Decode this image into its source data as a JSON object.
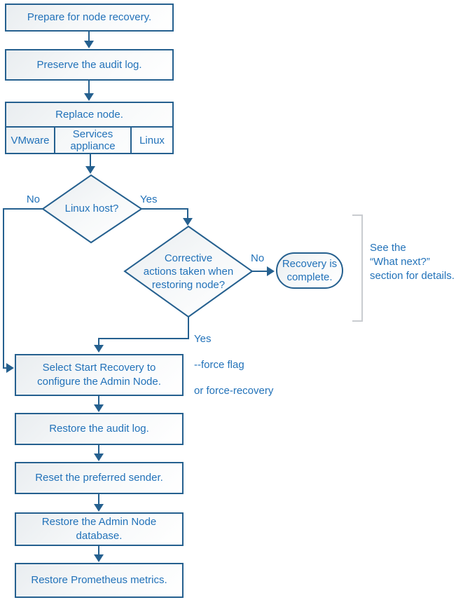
{
  "colors": {
    "line": "#25608f",
    "arrow_fill": "#25608f",
    "shape_border": "#25608f",
    "text_blue": "#2272b9",
    "bracket_gray": "#c9ccd0",
    "shape_fill_top": "#e9edf0",
    "shape_fill_bottom": "#ffffff"
  },
  "flowchart": {
    "steps": {
      "prepare": "Prepare for node recovery.",
      "preserve": "Preserve the audit log.",
      "replace": "Replace node.",
      "platforms": [
        "VMware",
        "Services\nappliance",
        "Linux"
      ],
      "decision_linux": "Linux host?",
      "decision_corrective": "Corrective\nactions taken when\nrestoring node?",
      "recovery_complete": "Recovery is\ncomplete.",
      "select_recovery": "Select Start Recovery to\nconfigure the Admin Node.",
      "restore_audit": "Restore the audit log.",
      "reset_sender": "Reset the preferred sender.",
      "restore_db": "Restore the Admin Node\ndatabase.",
      "restore_metrics": "Restore Prometheus metrics."
    },
    "labels": {
      "no_linux": "No",
      "yes_linux": "Yes",
      "no_corrective": "No",
      "yes_corrective": "Yes",
      "force_line1": "--force flag",
      "force_line2": "or force-recovery"
    },
    "note": "See the\n“What next?”\nsection for details."
  }
}
